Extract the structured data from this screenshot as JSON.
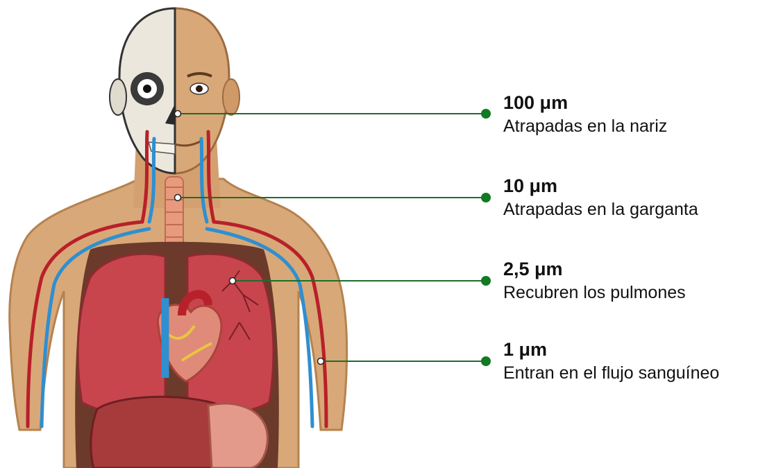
{
  "colors": {
    "leader_line": "#1a6e2a",
    "dot": "#127a22",
    "skin": "#d9a878",
    "skin_shadow": "#c08a5a",
    "lung": "#c8454e",
    "artery": "#b8202a",
    "vein": "#2f8fd0",
    "bone": "#ece7dc"
  },
  "annotations": [
    {
      "size": "100 μm",
      "text": "Atrapadas en la nariz"
    },
    {
      "size": "10 μm",
      "text": "Atrapadas en la garganta"
    },
    {
      "size": "2,5 μm",
      "text": "Recubren los pulmones"
    },
    {
      "size": "1 μm",
      "text": "Entran en el flujo sanguíneo"
    }
  ]
}
